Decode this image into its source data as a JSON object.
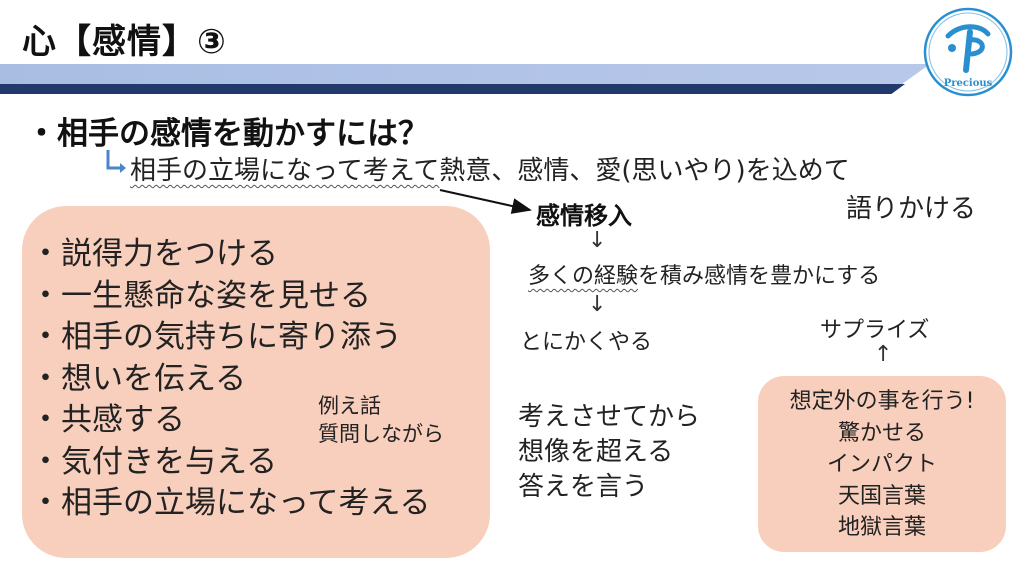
{
  "header": {
    "title": "心【感情】③",
    "logo_text": "Precious"
  },
  "question": "・相手の感情を動かすには？",
  "answer": {
    "underlined": "相手の立場になって考えて",
    "rest": "熱意、感情、愛(思いやり)を込めて",
    "line2": "語りかける"
  },
  "empathy_label": "感情移入",
  "left_items": [
    "・説得力をつける",
    "・一生懸命な姿を見せる",
    "・相手の気持ちに寄り添う",
    "・想いを伝える",
    "・共感する",
    "・気付きを与える",
    "・相手の立場になって考える"
  ],
  "side_note": [
    "例え話",
    "質問しながら"
  ],
  "middle": {
    "arrow": "↓",
    "experience_underlined": "多くの経験",
    "experience_rest": "を積み感情を豊かにする",
    "just_do_it": "とにかくやる",
    "think_lines": [
      "考えさせてから",
      "想像を超える",
      "答えを言う"
    ]
  },
  "right": {
    "surprise": "サプライズ",
    "up_arrow": "↑",
    "items": [
      "想定外の事を行う!",
      "驚かせる",
      "インパクト",
      "天国言葉",
      "地獄言葉"
    ]
  },
  "colors": {
    "box_fill": "#f8cfbd",
    "band_light": "#b8c8ea",
    "band_dark": "#223a6b",
    "logo_blue": "#2a8fd0",
    "arrow_blue": "#4a86c8"
  }
}
